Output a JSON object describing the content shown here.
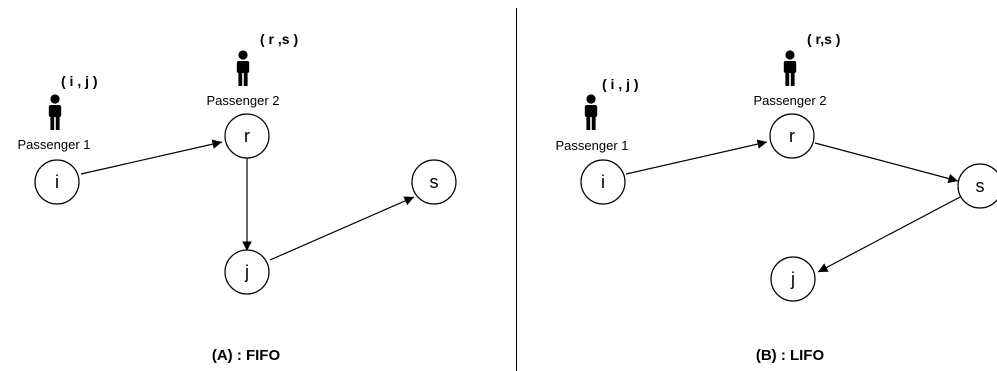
{
  "panels": [
    {
      "caption": "(A) : FIFO",
      "nodes": [
        {
          "id": "i",
          "label": "i"
        },
        {
          "id": "r",
          "label": "r"
        },
        {
          "id": "j",
          "label": "j"
        },
        {
          "id": "s",
          "label": "s"
        }
      ],
      "edges": [
        [
          "i",
          "r"
        ],
        [
          "r",
          "j"
        ],
        [
          "j",
          "s"
        ]
      ],
      "passengers": [
        {
          "label": "Passenger 1",
          "pair": "( i , j )"
        },
        {
          "label": "Passenger 2",
          "pair": "( r ,s )"
        }
      ]
    },
    {
      "caption": "(B) : LIFO",
      "nodes": [
        {
          "id": "i",
          "label": "i"
        },
        {
          "id": "r",
          "label": "r"
        },
        {
          "id": "s",
          "label": "s"
        },
        {
          "id": "j",
          "label": "j"
        }
      ],
      "edges": [
        [
          "i",
          "r"
        ],
        [
          "r",
          "s"
        ],
        [
          "s",
          "j"
        ]
      ],
      "passengers": [
        {
          "label": "Passenger 1",
          "pair": "( i , j )"
        },
        {
          "label": "Passenger 2",
          "pair": "( r,s )"
        }
      ]
    }
  ],
  "colors": {
    "stroke": "#000000",
    "fill": "#ffffff"
  },
  "icons": {
    "passenger": "person-icon"
  }
}
